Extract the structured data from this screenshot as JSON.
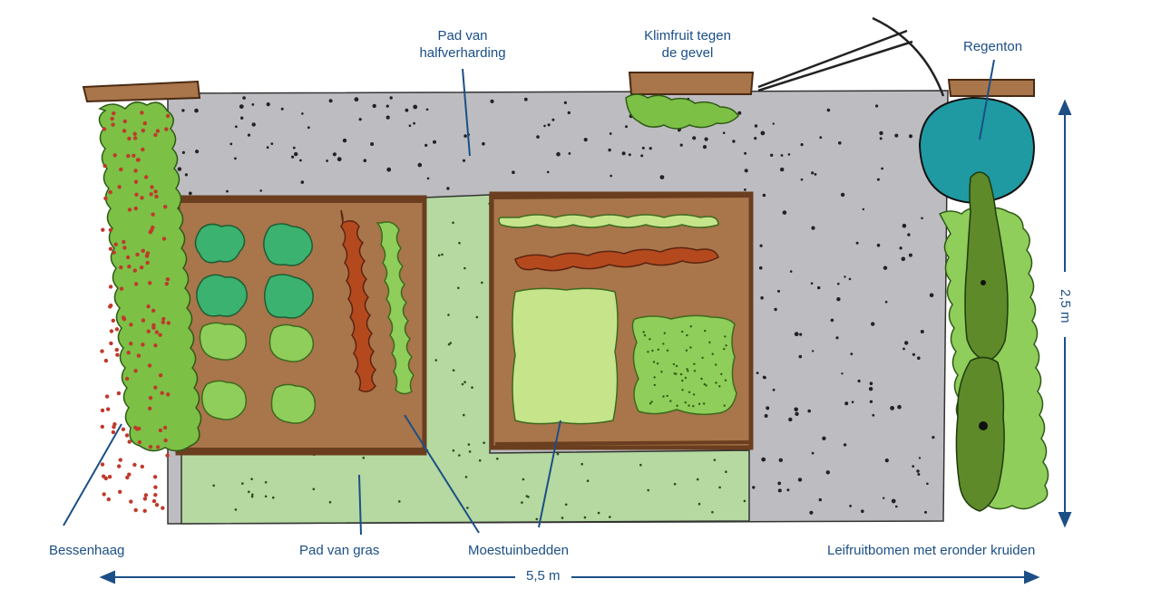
{
  "labels": {
    "path_gravel": "Pad van\nhalfverharding",
    "climbing_fruit": "Klimfruit tegen\nde gevel",
    "rain_barrel": "Regenton",
    "berry_hedge": "Bessenhaag",
    "grass_path": "Pad van gras",
    "vegetable_beds": "Moestuinbedden",
    "espalier_trees": "Leifruitbomen met eronder kruiden",
    "width_dim": "5,5 m",
    "height_dim": "2,5 m"
  },
  "colors": {
    "label_text": "#1b4f86",
    "gravel": "#bdbdc1",
    "grass_path": "#b5d9a0",
    "bed_soil": "#a9754a",
    "bed_border": "#6a3e1f",
    "hedge_green": "#7cc046",
    "berry_red": "#c0392b",
    "rain_barrel": "#1f9aa3",
    "espalier_dark": "#5e8a2a",
    "cabbage": "#3bb26f",
    "lettuce": "#8fce5a",
    "carrot_red": "#b5491e",
    "pale_green": "#c6e58a"
  }
}
